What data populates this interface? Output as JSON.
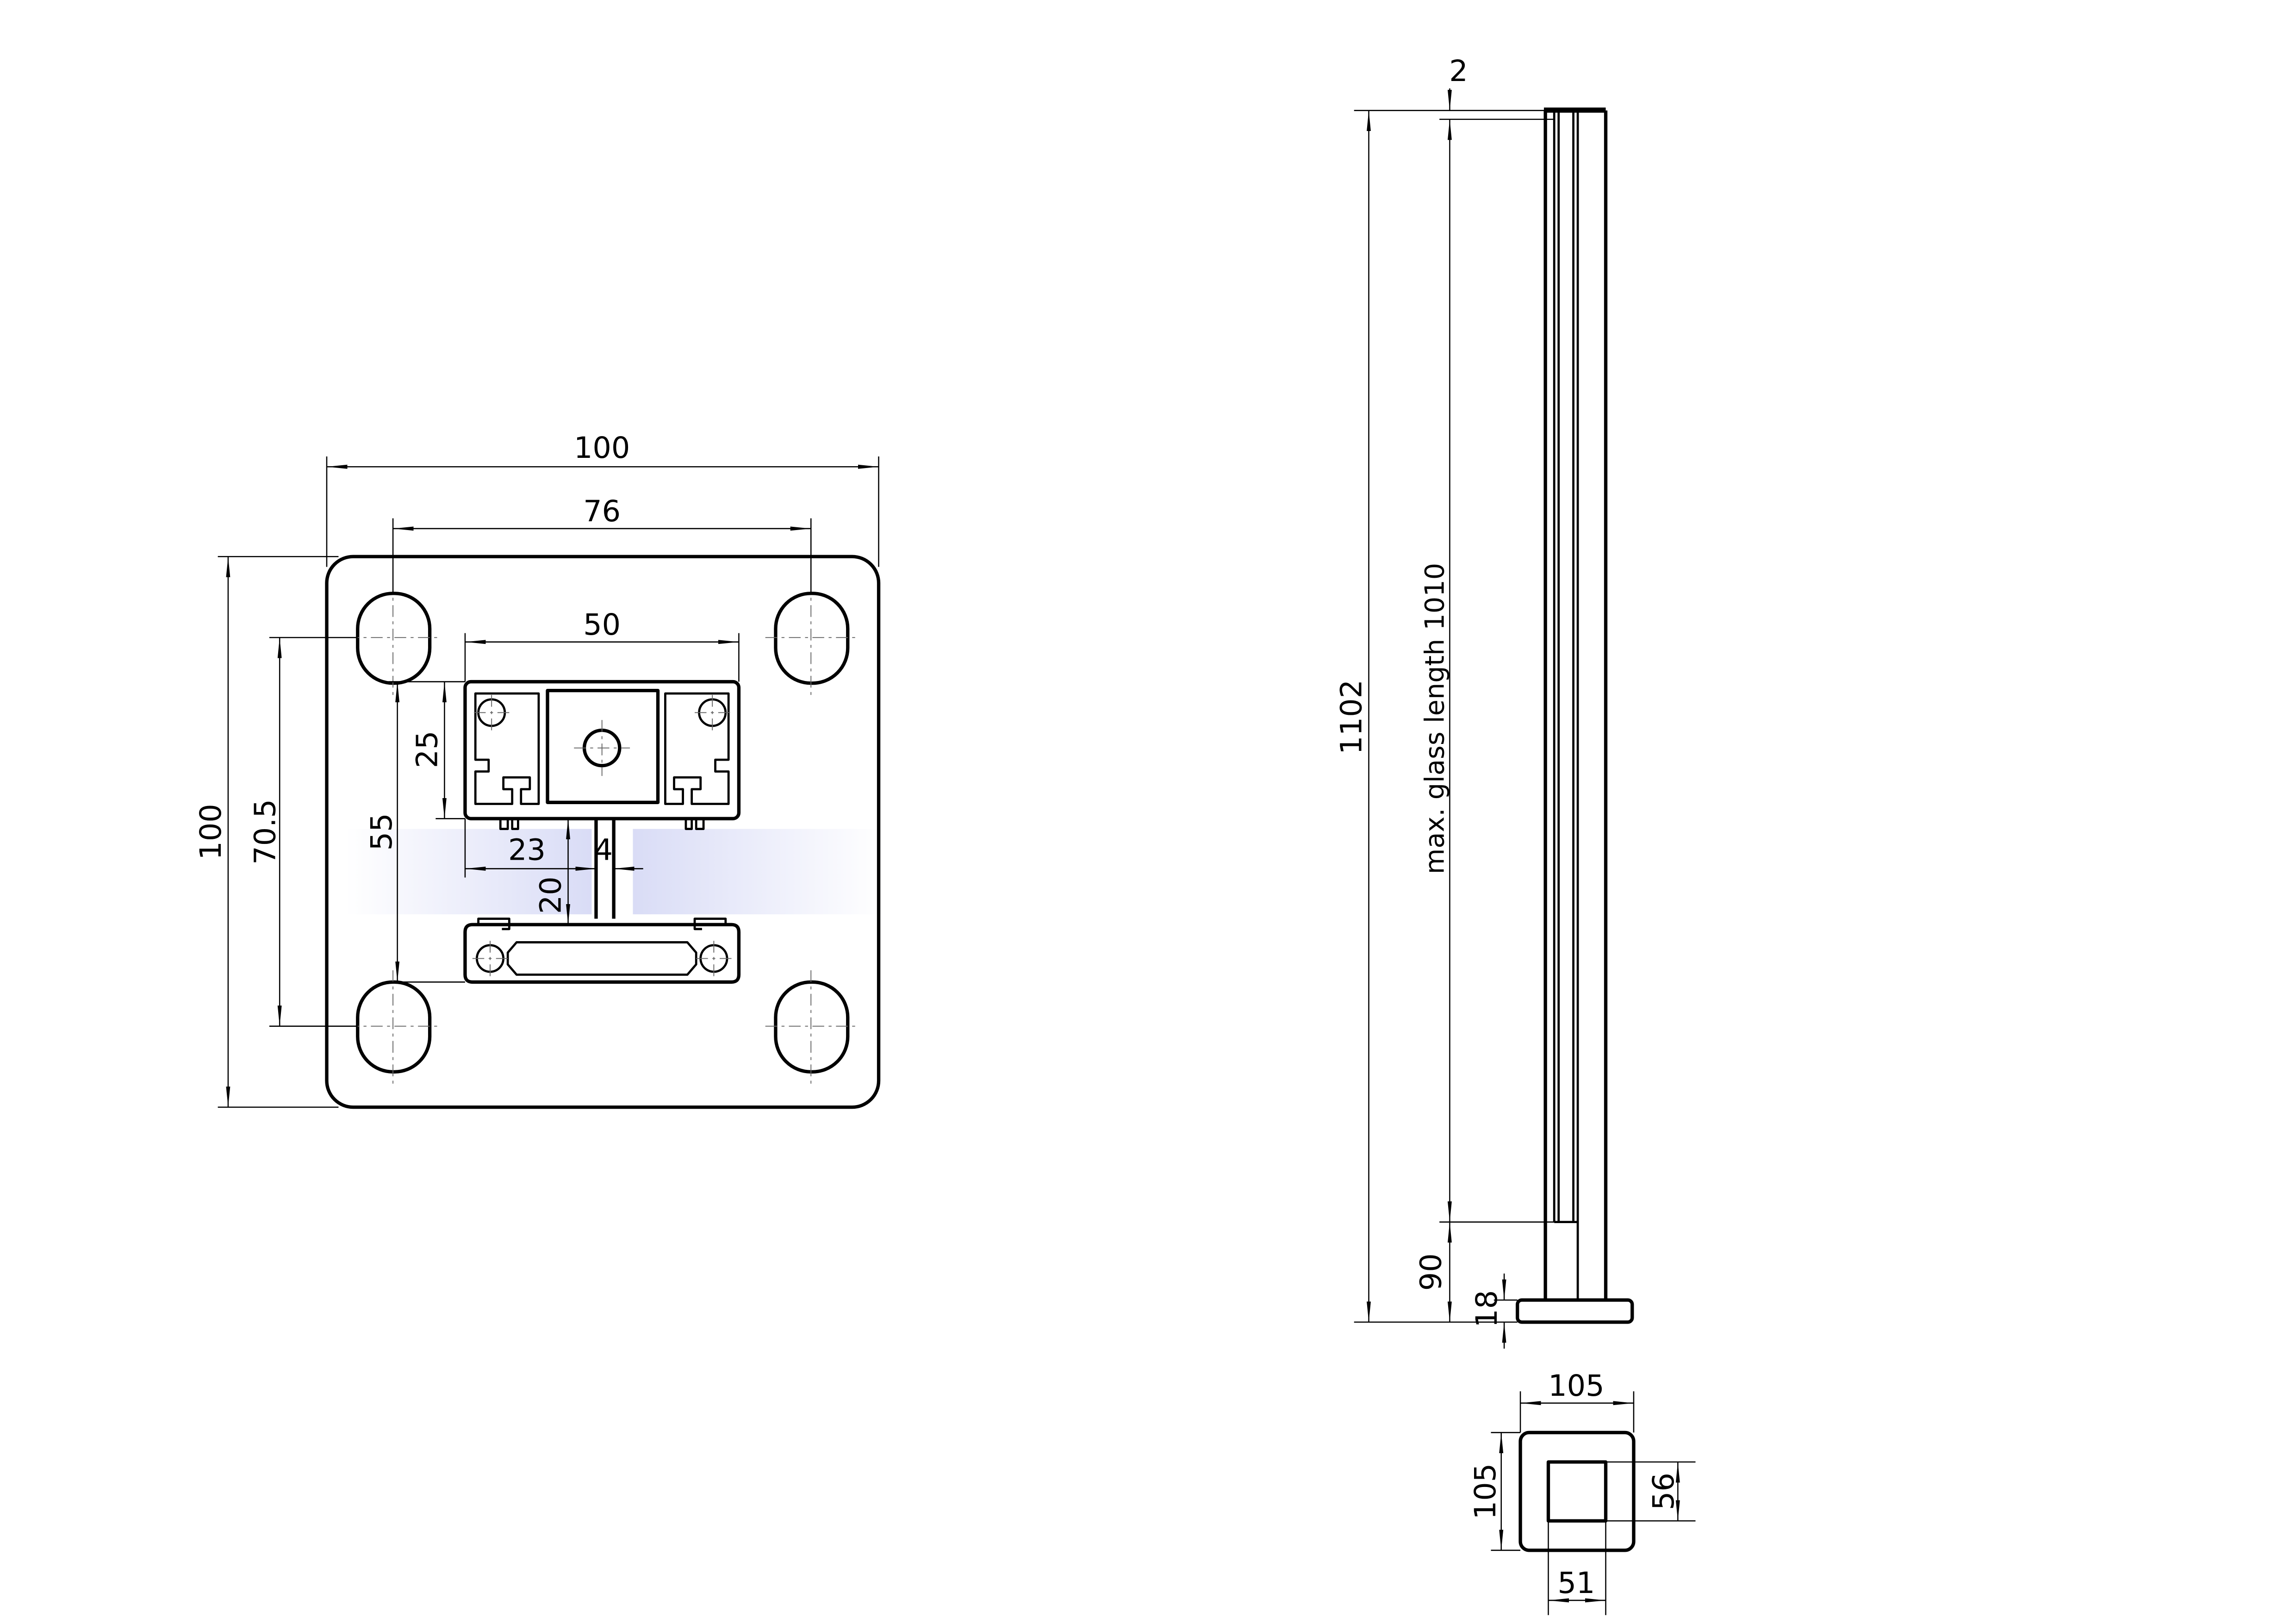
{
  "top_view": {
    "overall_width": "100",
    "hole_spacing_x": "76",
    "profile_width": "50",
    "overall_height": "100",
    "hole_spacing_y": "70.5",
    "profile_height": "55",
    "upper_profile_height": "25",
    "web_offset": "23",
    "web_thickness": "4",
    "web_length": "20"
  },
  "side_view": {
    "cap_thickness": "2",
    "total_height": "1102",
    "glass_length": "max. glass length 1010",
    "bottom_clearance": "90",
    "foot_thickness": "18"
  },
  "base_view": {
    "width": "105",
    "height": "105",
    "inner_height": "56",
    "inner_width": "51"
  },
  "colors": {
    "line": "#000000",
    "glass_highlight": "#d9dcf6",
    "background": "#ffffff"
  }
}
